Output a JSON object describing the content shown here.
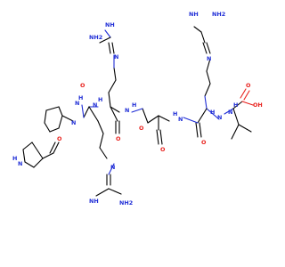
{
  "molecule": {
    "colors": {
      "carbon": "#000000",
      "nitrogen": "#1f2dd6",
      "oxygen": "#e8201c"
    },
    "atoms": {
      "amine_a1": "NH",
      "amine_a2": "NH2",
      "amine_a3": "N",
      "amine_b1": "NH",
      "amine_b2": "NH2",
      "amine_b3": "N",
      "amine_c1": "NH",
      "amine_c2": "NH2",
      "amine_c3": "N",
      "amide_1": "H",
      "amide_1n": "N",
      "amide_2": "H",
      "amide_2n": "N",
      "amide_3": "H",
      "amide_3n": "N",
      "amide_4": "H",
      "amide_4n": "N",
      "amide_5": "H",
      "amide_5n": "N",
      "amide_6": "H",
      "amide_6n": "N",
      "ring_n1": "N",
      "ring_n2": "H",
      "ring_n2b": "N",
      "oxy_1": "O",
      "oxy_2": "O",
      "oxy_3": "O",
      "oxy_4": "O",
      "oxy_5": "O",
      "oxy_6": "O",
      "acid_o": "O",
      "acid_oh": "OH"
    }
  }
}
